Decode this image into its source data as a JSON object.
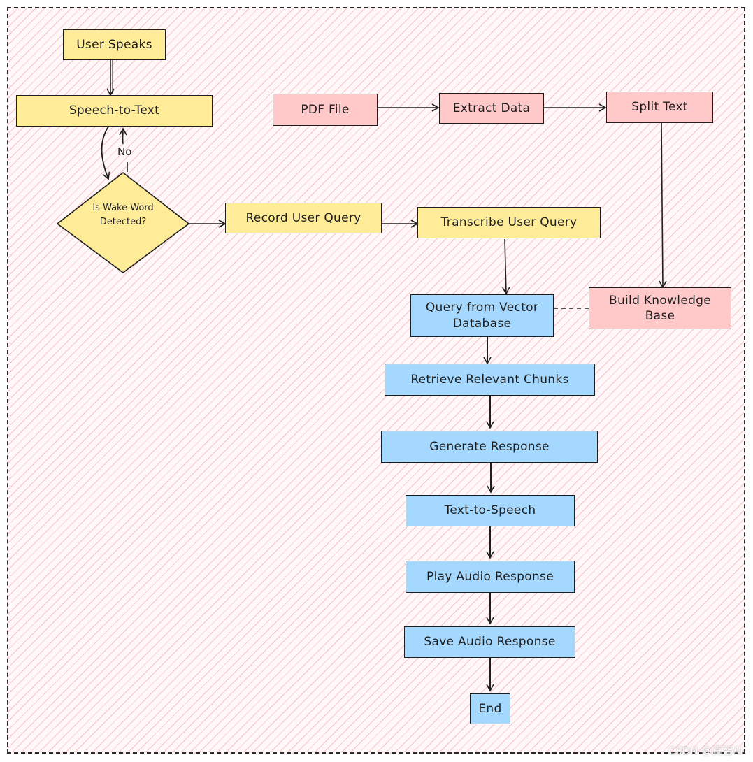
{
  "nodes": {
    "user_speaks": "User Speaks",
    "speech_to_text": "Speech-to-Text",
    "wake_word": "Is Wake Word Detected?",
    "record_query": "Record User Query",
    "transcribe_query": "Transcribe User Query",
    "pdf_file": "PDF File",
    "extract_data": "Extract Data",
    "split_text": "Split Text",
    "build_kb": "Build Knowledge Base",
    "query_vector_db": "Query from Vector Database",
    "retrieve_chunks": "Retrieve Relevant Chunks",
    "generate_response": "Generate Response",
    "text_to_speech": "Text-to-Speech",
    "play_audio": "Play Audio Response",
    "save_audio": "Save Audio Response",
    "end": "End"
  },
  "edge_labels": {
    "no": "No"
  },
  "colors": {
    "yellow": "#ffec99",
    "pink": "#ffc9c9",
    "blue": "#a5d8ff",
    "stroke": "#1e1e1e",
    "hatch": "#ee96a0"
  },
  "watermark": "CSDN @真智AI"
}
